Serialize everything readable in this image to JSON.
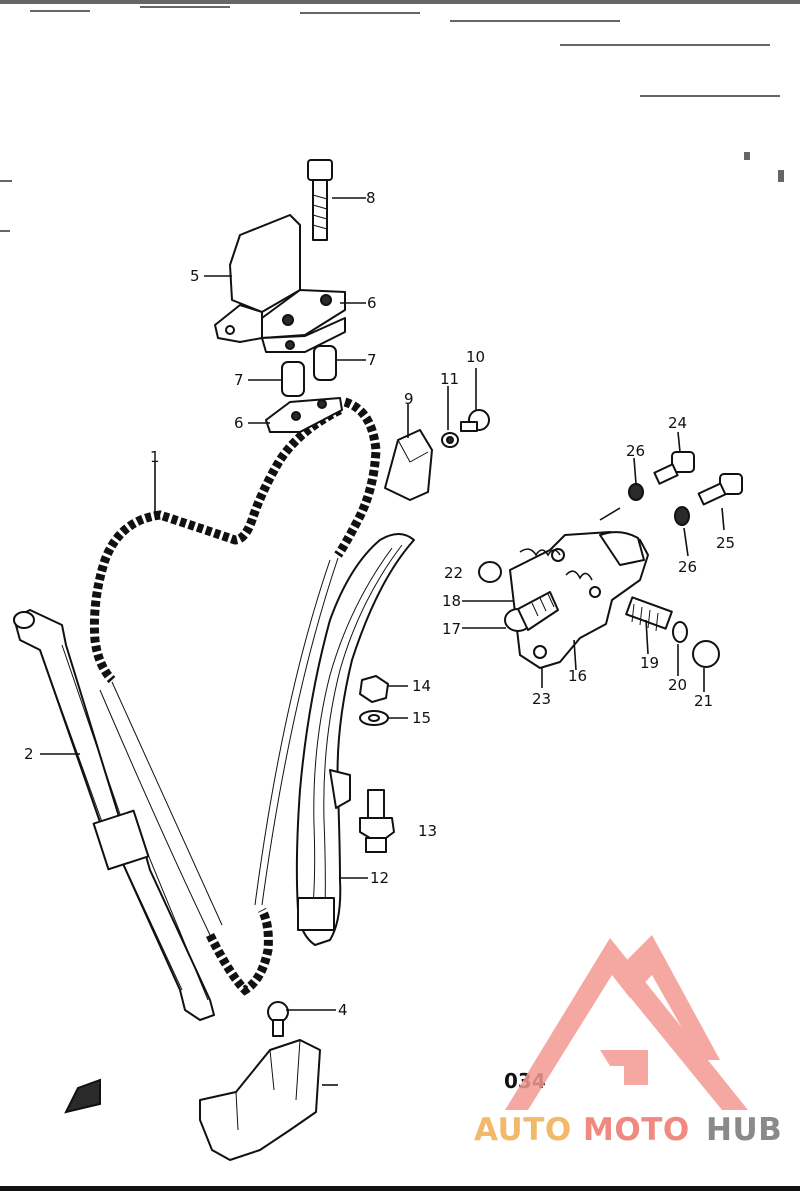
{
  "diagram": {
    "page_number": "034",
    "callouts": [
      "1",
      "2",
      "4",
      "5",
      "6",
      "6",
      "7",
      "7",
      "8",
      "9",
      "10",
      "11",
      "12",
      "13",
      "14",
      "15",
      "16",
      "17",
      "18",
      "19",
      "20",
      "21",
      "22",
      "23",
      "24",
      "25",
      "26",
      "26"
    ]
  },
  "watermark": {
    "brand_part1": "AUTO",
    "brand_part2": "MOTO",
    "brand_part3": "HUB",
    "colors": {
      "auto": "#f2b96a",
      "moto": "#f08a80",
      "hub": "#8a8a8a",
      "logo": "#f49a92"
    }
  }
}
